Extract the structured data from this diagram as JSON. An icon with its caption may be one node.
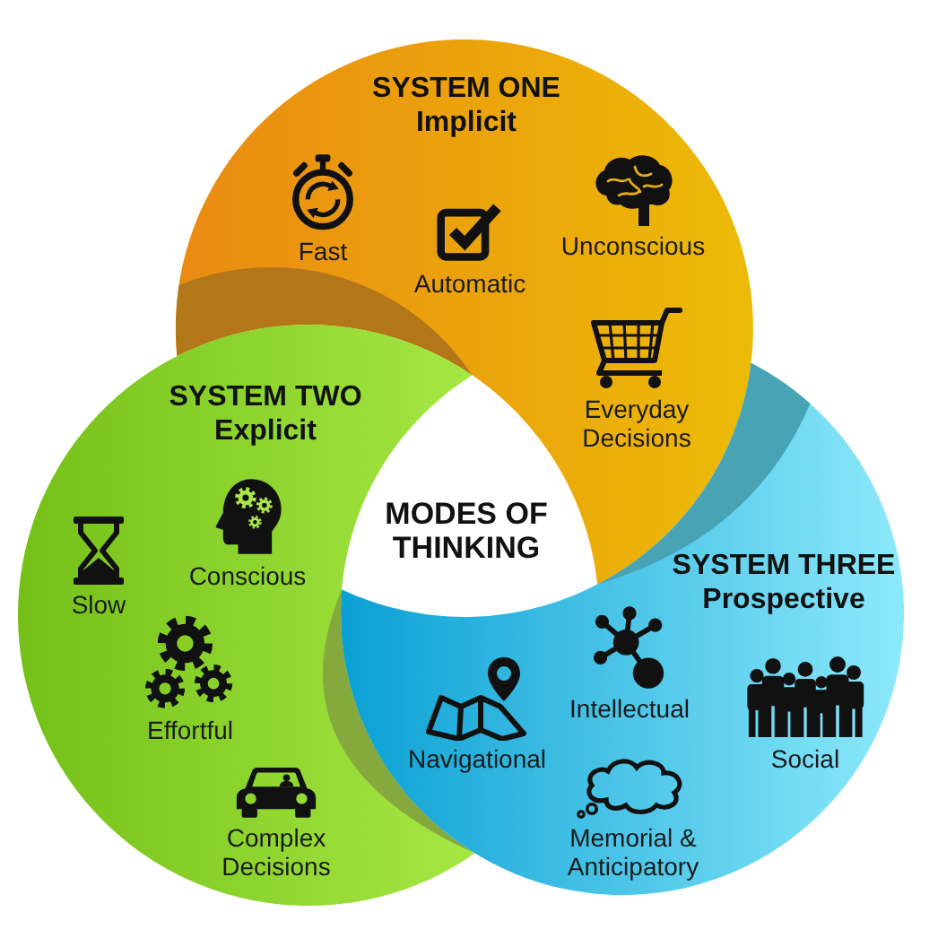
{
  "diagram": {
    "nodes": [
      {
        "text": [
          "SYSTEM ONE",
          "Implicit"
        ]
      },
      {
        "text": [
          "Fast"
        ],
        "in": 0
      },
      {
        "text": [
          "Automatic"
        ],
        "in": 0
      },
      {
        "text": [
          "Unconscious"
        ],
        "in": 0
      },
      {
        "text": [
          "Everyday Decisions"
        ],
        "in": 0
      },
      {
        "text": [
          "SYSTEM TWO",
          "Explicit"
        ]
      },
      {
        "text": [
          "Conscious"
        ],
        "in": 5
      },
      {
        "text": [
          "Slow"
        ],
        "in": 5
      },
      {
        "text": [
          "Effortful"
        ],
        "in": 5
      },
      {
        "text": [
          "Complex Decisions"
        ],
        "in": 5
      },
      {
        "text": [
          "MODES OF THINKING"
        ]
      },
      {
        "text": [
          "SYSTEM THREE",
          "Prospective"
        ]
      },
      {
        "text": [
          "Intellectual"
        ],
        "in": 11
      },
      {
        "text": [
          "Navigational"
        ],
        "in": 11
      },
      {
        "text": [
          "Social"
        ],
        "in": 11
      },
      {
        "text": [
          "Memorial & Anticipatory"
        ],
        "in": 11
      }
    ]
  }
}
